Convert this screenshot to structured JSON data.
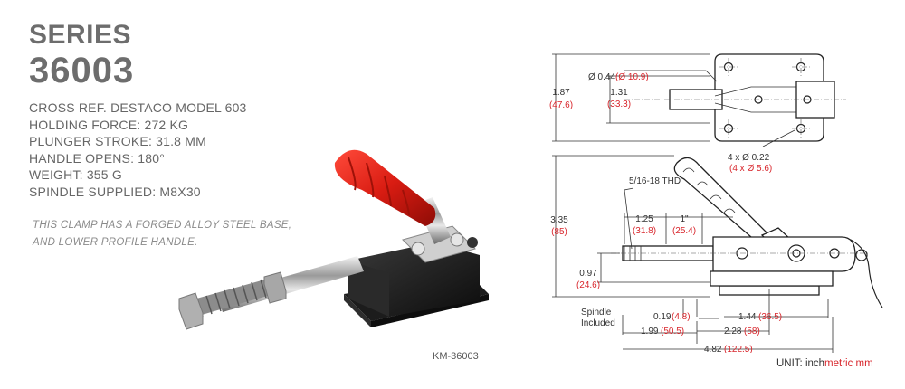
{
  "header": {
    "series": "SERIES",
    "model": "36003"
  },
  "specs": [
    "CROSS REF. DESTACO MODEL 603",
    "HOLDING FORCE: 272 KG",
    "PLUNGER STROKE: 31.8 MM",
    "HANDLE OPENS: 180°",
    "WEIGHT: 355 G",
    "SPINDLE SUPPLIED: M8X30"
  ],
  "description": [
    "THIS CLAMP HAS A FORGED ALLOY STEEL BASE,",
    "AND LOWER PROFILE HANDLE."
  ],
  "photo": {
    "caption": "KM-36003"
  },
  "drawing": {
    "top_view": {
      "dia_in": "Ø 0.44",
      "dia_mm": "(Ø 10.9)",
      "h1_in": "1.87",
      "h1_mm": "(47.6)",
      "h2_in": "1.31",
      "h2_mm": "(33.3)",
      "holes_in": "4 x Ø 0.22",
      "holes_mm": "(4 x Ø 5.6)"
    },
    "side_view": {
      "thread": "5/16-18 THD",
      "height_in": "3.35",
      "height_mm": "(85)",
      "d1_in": "1.25",
      "d1_mm": "(31.8)",
      "d2_in": "1\"",
      "d2_mm": "(25.4)",
      "d3_in": "0.97",
      "d3_mm": "(24.6)",
      "d4_in": "0.19",
      "d4_mm": "(4.8)",
      "d5_in": "1.44",
      "d5_mm": "(36.5)",
      "d6_in": "1.99",
      "d6_mm": "(50.5)",
      "d7_in": "2.28",
      "d7_mm": "(58)",
      "d8_in": "4.82",
      "d8_mm": "(122.5)",
      "spindle_line1": "Spindle",
      "spindle_line2": "Included"
    }
  },
  "units": {
    "prefix": "UNIT: inch",
    "suffix": "metric mm"
  },
  "colors": {
    "accent_red": "#d8262c",
    "heading_gray": "#6d6d6d"
  }
}
